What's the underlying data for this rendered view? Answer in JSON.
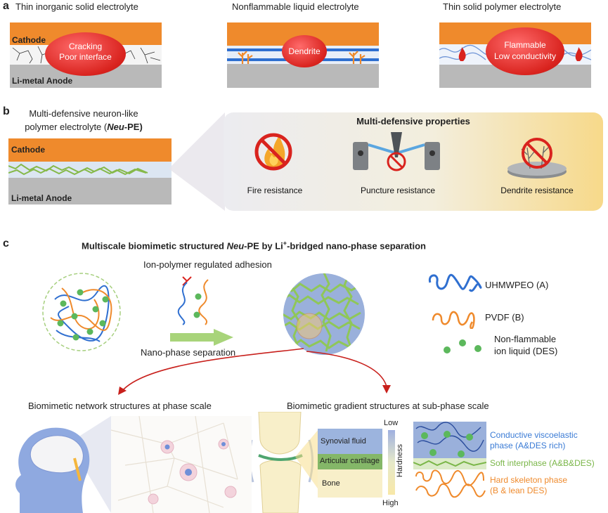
{
  "panel_a": {
    "letter": "a",
    "cards": [
      {
        "title": "Thin inorganic solid electrolyte",
        "cathode": "Cathode",
        "anode": "Li-metal Anode",
        "issue_lines": [
          "Cracking",
          "Poor interface"
        ]
      },
      {
        "title": "Nonflammable liquid electrolyte",
        "issue_lines": [
          "Dendrite"
        ]
      },
      {
        "title": "Thin solid polymer electrolyte",
        "issue_lines": [
          "Flammable",
          "Low conductivity"
        ]
      }
    ]
  },
  "panel_b": {
    "letter": "b",
    "heading_line1": "Multi-defensive neuron-like",
    "heading_line2_pre": "polymer electrolyte (",
    "heading_line2_em": "Neu",
    "heading_line2_post": "-PE)",
    "cathode": "Cathode",
    "anode": "Li-metal Anode",
    "props_title": "Multi-defensive properties",
    "props": [
      "Fire resistance",
      "Puncture resistance",
      "Dendrite resistance"
    ]
  },
  "panel_c": {
    "letter": "c",
    "title_pre": "Multiscale biomimetic structured ",
    "title_em": "Neu",
    "title_post": "-PE by Li",
    "title_sup": "+",
    "title_end": "-bridged  nano-phase separation",
    "adhesion_label": "Ion-polymer regulated adhesion",
    "separation_label": "Nano-phase separation",
    "legend": {
      "a": "UHMWPEO (A)",
      "b": "PVDF (B)",
      "c_line1": "Non-flammable",
      "c_line2": "ion liquid (DES)"
    },
    "network_title": "Biomimetic network structures at phase scale",
    "gradient_title": "Biomimetic gradient structures at sub-phase scale",
    "joint_layers": [
      "Synovial fluid",
      "Articular cartilage",
      "Bone"
    ],
    "hardness": {
      "low": "Low",
      "label": "Hardness",
      "high": "High"
    },
    "phases": [
      {
        "line1": "Conductive viscoelastic",
        "line2": "phase (A&DES rich)",
        "color": "#3a7bd5"
      },
      {
        "line1": "Soft interphase (A&B&DES)",
        "line2": "",
        "color": "#7ab648"
      },
      {
        "line1": "Hard skeleton phase",
        "line2": "(B & lean DES)",
        "color": "#ef8a2c"
      }
    ]
  },
  "colors": {
    "cathode": "#ef8a2c",
    "anode": "#b9b9b9",
    "red": "#d9231e",
    "blue": "#2f6fd0",
    "green": "#7ab648"
  }
}
